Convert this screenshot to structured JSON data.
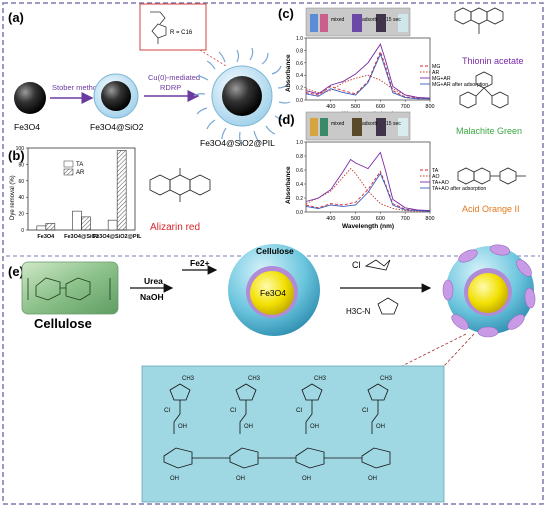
{
  "panel_a": {
    "label": "(a)",
    "step1_label": "Stober method",
    "step2_label_1": "Cu(0)-mediated",
    "step2_label_2": "RDRP",
    "particle1": "Fe3O4",
    "particle2": "Fe3O4@SiO2",
    "particle3": "Fe3O4@SiO2@PIL",
    "inset_text": "R = C16"
  },
  "panel_b": {
    "label": "(b)",
    "ylabel": "Dye removal (%)",
    "legend": [
      "TA",
      "AR"
    ],
    "dye_name": "Alizarin red"
  },
  "panel_c": {
    "label": "(c)",
    "ylabel": "Absorbance",
    "xlabel": "Wavelength (nm)",
    "legend": [
      "MG",
      "AR",
      "MG+AR",
      "MG+AR after adsorption"
    ],
    "vial_steps": [
      "mixed",
      "adsorb",
      "15 sec"
    ],
    "dye_name": "Thionin acetate"
  },
  "panel_d": {
    "label": "(d)",
    "ylabel": "Absorbance",
    "xlabel": "Wavelength (nm)",
    "legend": [
      "TA",
      "AO",
      "TA+AO",
      "TA+AO after adsorption"
    ],
    "vial_steps": [
      "mixed",
      "adsorb",
      "15 sec"
    ],
    "dye_names": [
      "Malachite Green",
      "Acid Orange II"
    ]
  },
  "panel_e": {
    "label": "(e)",
    "cellulose_label": "Cellulose",
    "reagent_1": "Urea",
    "reagent_2": "NaOH",
    "reagent_3": "Fe2+",
    "sphere_label": "Cellulose",
    "core_label": "Fe3O4",
    "cl_label": "Cl",
    "me_label": "H3C-N"
  },
  "chart_data": [
    {
      "type": "bar",
      "categories": [
        "Fe3O4",
        "Fe3O4@SiO2",
        "Fe3O4@SiO2@PIL"
      ],
      "series": [
        {
          "name": "TA",
          "values": [
            5,
            23,
            12
          ]
        },
        {
          "name": "AR",
          "values": [
            8,
            16,
            97
          ]
        }
      ],
      "ylabel": "Dye removal (%)",
      "ylim": [
        0,
        100
      ]
    },
    {
      "type": "line",
      "xlabel": "Wavelength (nm)",
      "ylabel": "Absorbance",
      "xlim": [
        300,
        800
      ],
      "ylim": [
        0,
        1.0
      ],
      "xticks": [
        400,
        500,
        600,
        700,
        800
      ],
      "yticks": [
        0.0,
        0.2,
        0.4,
        0.6,
        0.8,
        1.0
      ],
      "series": [
        {
          "name": "MG",
          "x": [
            300,
            350,
            400,
            450,
            500,
            550,
            600,
            620,
            650,
            700,
            750,
            800
          ],
          "y": [
            0.12,
            0.08,
            0.22,
            0.15,
            0.1,
            0.3,
            0.78,
            0.55,
            0.15,
            0.05,
            0.03,
            0.02
          ]
        },
        {
          "name": "AR",
          "x": [
            300,
            350,
            400,
            450,
            500,
            550,
            600,
            650,
            700,
            750,
            800
          ],
          "y": [
            0.18,
            0.12,
            0.15,
            0.28,
            0.35,
            0.4,
            0.32,
            0.18,
            0.08,
            0.04,
            0.02
          ]
        },
        {
          "name": "MG+AR",
          "x": [
            300,
            350,
            400,
            450,
            500,
            550,
            600,
            620,
            650,
            700,
            750,
            800
          ],
          "y": [
            0.15,
            0.1,
            0.24,
            0.3,
            0.42,
            0.6,
            0.9,
            0.65,
            0.22,
            0.08,
            0.04,
            0.03
          ]
        },
        {
          "name": "MG+AR after adsorption",
          "x": [
            300,
            350,
            400,
            450,
            500,
            550,
            600,
            620,
            650,
            700,
            750,
            800
          ],
          "y": [
            0.1,
            0.06,
            0.18,
            0.12,
            0.08,
            0.28,
            0.74,
            0.5,
            0.12,
            0.04,
            0.02,
            0.02
          ]
        }
      ]
    },
    {
      "type": "line",
      "xlabel": "Wavelength (nm)",
      "ylabel": "Absorbance",
      "xlim": [
        300,
        800
      ],
      "ylim": [
        0,
        1.0
      ],
      "xticks": [
        400,
        500,
        600,
        700,
        800
      ],
      "yticks": [
        0.0,
        0.2,
        0.4,
        0.6,
        0.8,
        1.0
      ],
      "series": [
        {
          "name": "TA",
          "x": [
            300,
            350,
            400,
            450,
            500,
            550,
            600,
            620,
            650,
            700,
            750,
            800
          ],
          "y": [
            0.1,
            0.06,
            0.12,
            0.1,
            0.14,
            0.32,
            0.58,
            0.4,
            0.12,
            0.04,
            0.02,
            0.02
          ]
        },
        {
          "name": "AO",
          "x": [
            300,
            350,
            400,
            450,
            480,
            500,
            550,
            600,
            650,
            700,
            750,
            800
          ],
          "y": [
            0.12,
            0.2,
            0.3,
            0.5,
            0.62,
            0.55,
            0.3,
            0.12,
            0.05,
            0.02,
            0.01,
            0.01
          ]
        },
        {
          "name": "TA+AO",
          "x": [
            300,
            350,
            400,
            450,
            480,
            500,
            550,
            600,
            620,
            650,
            700,
            750,
            800
          ],
          "y": [
            0.15,
            0.2,
            0.32,
            0.58,
            0.75,
            0.7,
            0.62,
            0.85,
            0.6,
            0.18,
            0.06,
            0.03,
            0.02
          ]
        },
        {
          "name": "TA+AO after adsorption",
          "x": [
            300,
            350,
            400,
            450,
            500,
            550,
            600,
            620,
            650,
            700,
            750,
            800
          ],
          "y": [
            0.08,
            0.05,
            0.1,
            0.08,
            0.1,
            0.28,
            0.55,
            0.38,
            0.1,
            0.03,
            0.02,
            0.01
          ]
        }
      ]
    }
  ],
  "colors": {
    "frame_border": "#7a7ab0",
    "arrow": "#7b3fa0",
    "bottom_panel_bg": "#9fd7e3",
    "pil_fringe": "#88b0d8",
    "red_dye": "#d4262c",
    "purple_dye": "#7a2aa6",
    "green_dye": "#3aa843",
    "orange_dye": "#e07a1c"
  },
  "icons": [
    "particle-sphere",
    "chemical-structure",
    "vial-photo",
    "cellulose-photo",
    "core-shell-sphere"
  ]
}
